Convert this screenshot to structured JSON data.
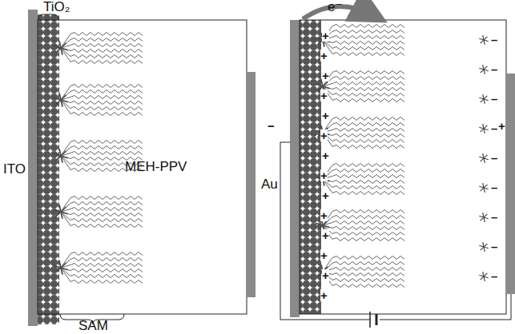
{
  "diagram": {
    "labels": [
      "TiO₂",
      "ITO",
      "SAM",
      "MEH-PPV",
      "Au",
      "e⁻",
      "−",
      "+",
      "+",
      "+",
      "+",
      "+",
      "+",
      "+",
      "+",
      "+",
      "+",
      "+",
      "+",
      "+",
      "+",
      "+",
      "–",
      "–",
      "–",
      "–",
      "–",
      "–",
      "–",
      "–",
      "–"
    ]
  }
}
